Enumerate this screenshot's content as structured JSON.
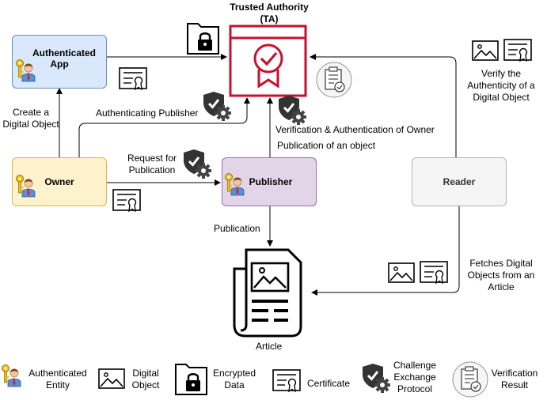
{
  "nodes": {
    "ta": "Trusted Authority (TA)",
    "app": "Authenticated App",
    "owner": "Owner",
    "publisher": "Publisher",
    "reader": "Reader",
    "article": "Article"
  },
  "edges": {
    "create": "Create a Digital Object",
    "auth_publisher": "Authenticating Publisher",
    "request": "Request for Publication",
    "verification_owner": "Verification & Authentication of Owner",
    "publication_object": "Publication of an object",
    "publication": "Publication",
    "verify_authenticity": "Verify the Authenticity of a Digital Object",
    "fetches": "Fetches Digital Objects from an Article"
  },
  "legend": [
    {
      "icon": "authenticated-entity-icon",
      "label": "Authenticated Entity"
    },
    {
      "icon": "digital-object-icon",
      "label": "Digital Object"
    },
    {
      "icon": "encrypted-data-icon",
      "label": "Encrypted Data"
    },
    {
      "icon": "certificate-icon",
      "label": "Certificate"
    },
    {
      "icon": "challenge-exchange-icon",
      "label": "Challenge Exchange Protocol"
    },
    {
      "icon": "verification-result-icon",
      "label": "Verification Result"
    }
  ],
  "colors": {
    "ta": "#c8102e",
    "app_fill": "#dae8fc",
    "app_stroke": "#6c8ebf",
    "owner_fill": "#fff2cc",
    "owner_stroke": "#d6b656",
    "publisher_fill": "#e1d5e7",
    "publisher_stroke": "#9673a6",
    "reader_fill": "#f5f5f5",
    "reader_stroke": "#b3b3b3"
  }
}
